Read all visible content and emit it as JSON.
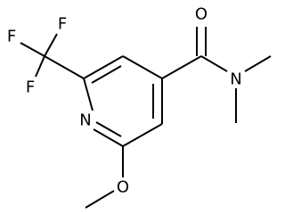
{
  "molecule": {
    "atoms": {
      "f_top": "F",
      "f_left": "F",
      "f_lower": "F",
      "ring_nitrogen": "N",
      "carbonyl_oxygen": "O",
      "amide_nitrogen": "N",
      "methoxy_oxygen": "O"
    }
  }
}
